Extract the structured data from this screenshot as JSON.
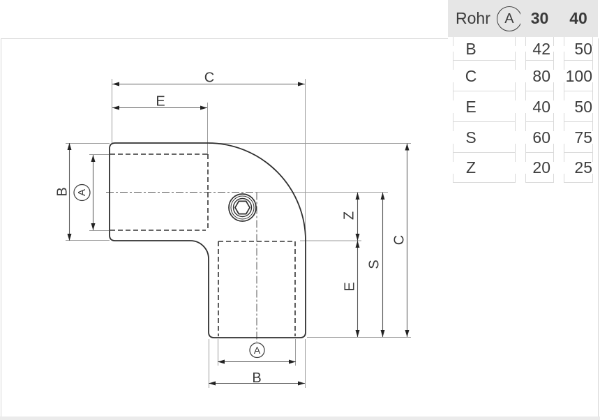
{
  "table": {
    "header": {
      "label": "Rohr",
      "symbol": "A",
      "sizes": [
        "30",
        "40"
      ]
    },
    "rows": [
      {
        "label": "B",
        "values": [
          "42",
          "50"
        ]
      },
      {
        "label": "C",
        "values": [
          "80",
          "100"
        ]
      },
      {
        "label": "E",
        "values": [
          "40",
          "50"
        ]
      },
      {
        "label": "S",
        "values": [
          "60",
          "75"
        ]
      },
      {
        "label": "Z",
        "values": [
          "20",
          "25"
        ]
      }
    ]
  },
  "diagram": {
    "labels": {
      "c_top": "C",
      "e_top": "E",
      "b_left": "B",
      "a_left": "A",
      "z_right": "Z",
      "e_right": "E",
      "s_right": "S",
      "c_right": "C",
      "a_bottom": "A",
      "b_bottom": "B"
    }
  },
  "colors": {
    "outline": "#2f2f2f",
    "bore_dashed": "#333333",
    "centerline": "#555555",
    "dimension_line": "#5f5f5f",
    "extension_line": "#9b9b9b",
    "arrowhead": "#222222",
    "label_text": "#3a3a3a",
    "table_header_bg": "#e6e6e6",
    "table_border": "#d9d9d9",
    "page_strip": "#ebebeb",
    "box_border": "#d6d6d6"
  }
}
